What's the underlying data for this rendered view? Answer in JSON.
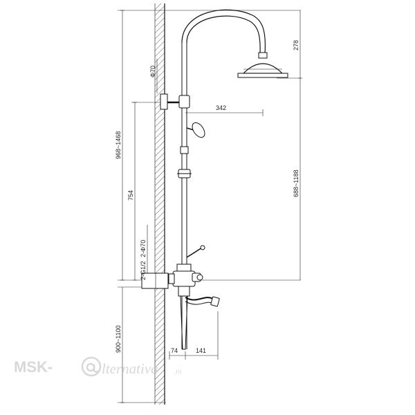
{
  "dimensions": {
    "pipe_diameter_top": "Φ70",
    "pipe_diameter_bottom": "2-Φ70",
    "thread": "2-G1/2",
    "arm_reach": "342",
    "head_height": "278",
    "total_height": "968~1468",
    "rail_height": "754",
    "head_to_mixer": "688~1188",
    "mount_height": "900~1100",
    "mixer_offset": "74",
    "spout_reach": "141"
  },
  "watermark": {
    "brand_left": "MSK-",
    "brand_script": "lternativa",
    "brand_domain": ".ru"
  }
}
